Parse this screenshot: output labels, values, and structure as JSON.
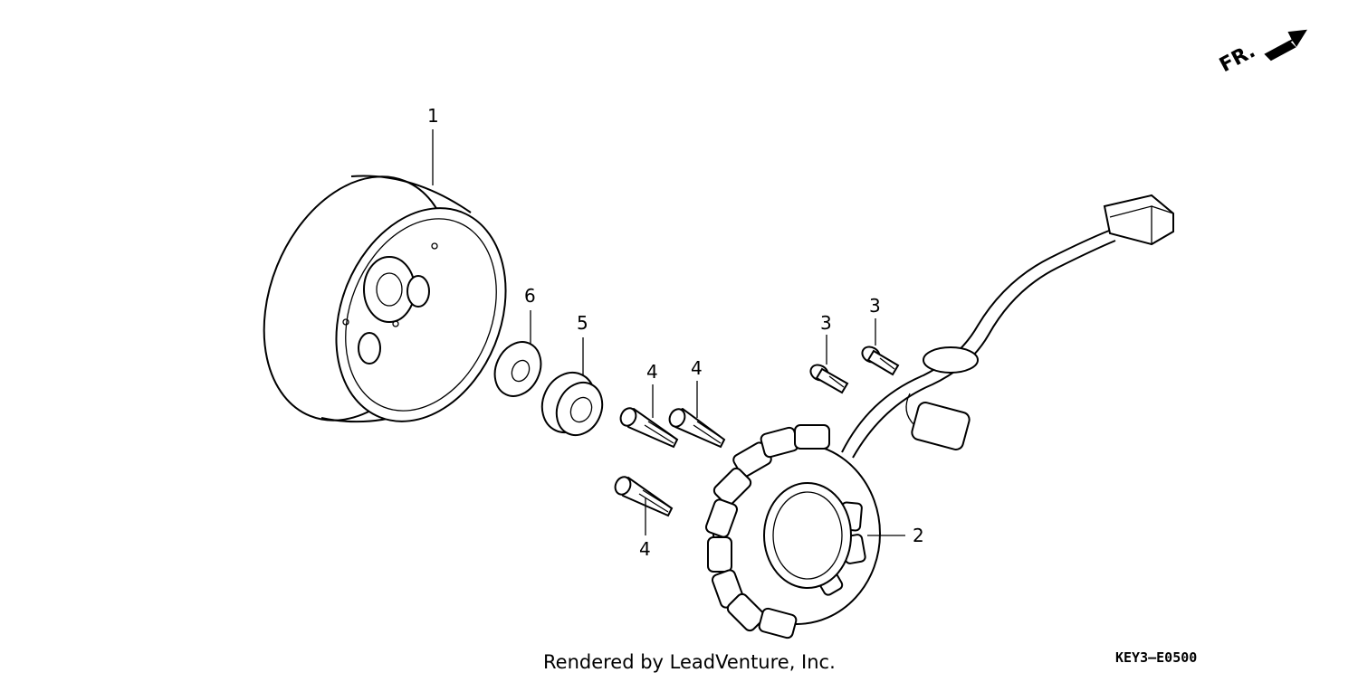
{
  "diagram": {
    "direction_label": "FR.",
    "footer_text": "Rendered by LeadVenture, Inc.",
    "diagram_code": "KEY3–E0500",
    "callouts": {
      "flywheel": "1",
      "stator": "2",
      "bolt_3a": "3",
      "bolt_3b": "3",
      "bolt_4a": "4",
      "bolt_4b": "4",
      "bolt_4c": "4",
      "collar": "5",
      "washer": "6"
    }
  }
}
